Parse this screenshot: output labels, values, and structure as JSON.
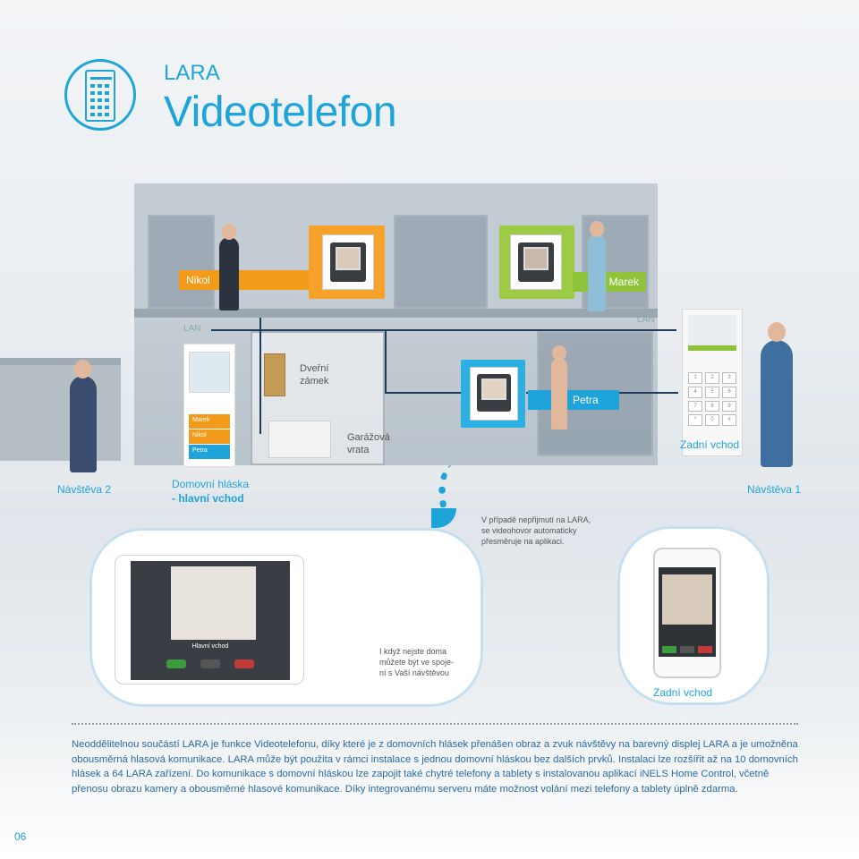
{
  "header": {
    "brand": "LARA",
    "title": "Videotelefon",
    "logo_icon": "door-station-icon"
  },
  "diagram": {
    "lan_left": "LAN",
    "lan_right": "LAN",
    "tags": {
      "nikol": "Nikol",
      "marek": "Marek",
      "petra": "Petra"
    },
    "door_lock": "Dveřní\nzámek",
    "garage": "Garážová\nvrata",
    "station_slots": [
      "Marek",
      "Nikol",
      "Petra"
    ],
    "back_entrance_top": "Zadní vchod",
    "visitor_2": "Návštěva 2",
    "visitor_1": "Návštěva 1",
    "main_station_line1": "Domovní hláska",
    "main_station_line2": "- hlavní vchod",
    "forward_note": "V případě nepřijmutí na LARA,\nse videohovor automaticky\npřesměruje na aplikaci.",
    "away_note": "I když nejste doma\nmůžete být ve spoje-\nní s Vaší návštěvou",
    "back_entrance_bottom": "Zadní vchod",
    "tablet_caption": "Hlavní vchod",
    "keypad_keys": [
      "1",
      "2",
      "3",
      "4",
      "5",
      "6",
      "7",
      "8",
      "9",
      "*",
      "0",
      "#"
    ]
  },
  "body_text": "Neoddělitelnou součástí LARA je funkce Videotelefonu, díky které je z domovních hlásek přenášen obraz a zvuk návštěvy na barevný displej LARA a je umožněna obousměrná hlasová komunikace. LARA může být použita v rámci instalace s jednou domovní hláskou bez dalších prvků. Instalaci lze rozšířit až na 10 domovních hlásek a 64 LARA zařízení. Do komunikace s domovní hláskou lze zapojit také chytré telefony a tablety s instalovanou aplikací iNELS Home Control, včetně přenosu obrazu kamery a obousměrné hlasové komunikace. Díky integrovanému serveru máte možnost volání mezi telefony a tablety úplně zdarma.",
  "page_number": "06",
  "colors": {
    "accent": "#1ea4d8",
    "orange": "#f29a1a",
    "green": "#8fc43a",
    "text": "#2a6aa2"
  }
}
